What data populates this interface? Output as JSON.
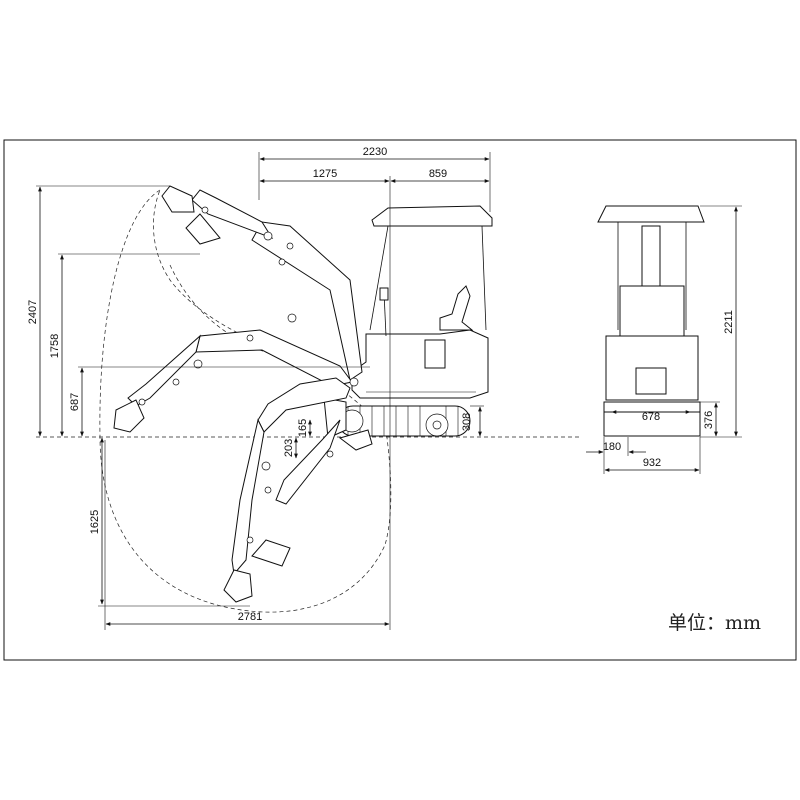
{
  "dimensions": {
    "overall_length": "2230",
    "front_length": "1275",
    "rear_length": "859",
    "max_reach_height": "2407",
    "max_dump_height": "1758",
    "dig_depth_at_front": "687",
    "blade_lift": "165",
    "blade_depth": "203",
    "max_dig_depth": "1625",
    "max_reach": "2781",
    "track_height": "308",
    "overall_height": "2211",
    "track_gauge": "678",
    "ground_clearance": "376",
    "track_width": "180",
    "overall_width": "932"
  },
  "unit_label": "单位：mm"
}
